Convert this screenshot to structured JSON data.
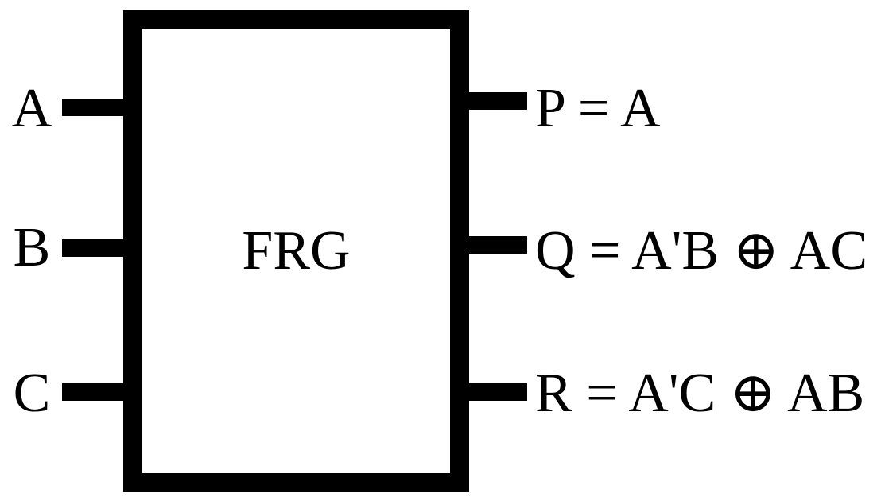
{
  "gate": {
    "name": "FRG"
  },
  "inputs": [
    {
      "label": "A"
    },
    {
      "label": "B"
    },
    {
      "label": "C"
    }
  ],
  "outputs": [
    {
      "label": "P = A"
    },
    {
      "label": "Q = A'B ⊕ AC"
    },
    {
      "label": "R = A'C ⊕ AB"
    }
  ]
}
